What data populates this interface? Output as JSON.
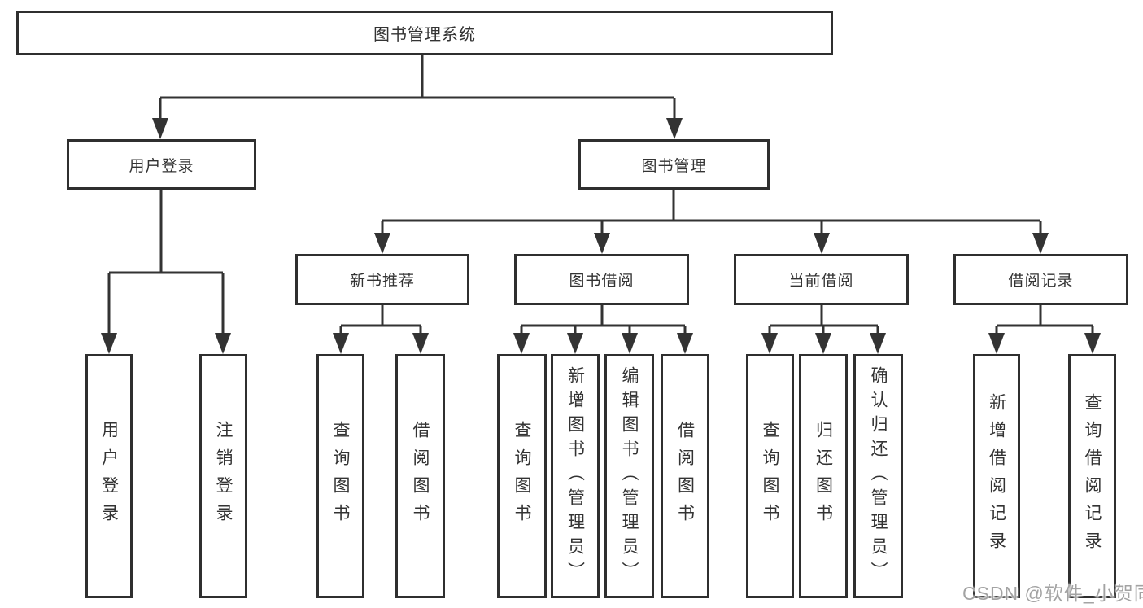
{
  "tree": {
    "root": "图书管理系统",
    "branches": [
      {
        "label": "用户登录",
        "children": [
          "用户登录",
          "注销登录"
        ]
      },
      {
        "label": "图书管理",
        "groups": [
          {
            "label": "新书推荐",
            "children": [
              "查询图书",
              "借阅图书"
            ]
          },
          {
            "label": "图书借阅",
            "children": [
              "查询图书",
              "新增图书（管理员）",
              "编辑图书（管理员）",
              "借阅图书"
            ]
          },
          {
            "label": "当前借阅",
            "children": [
              "查询图书",
              "归还图书",
              "确认归还（管理员）"
            ]
          },
          {
            "label": "借阅记录",
            "children": [
              "新增借阅记录",
              "查询借阅记录"
            ]
          }
        ]
      }
    ]
  },
  "watermark": "CSDN @软件_小贺同学",
  "colors": {
    "line": "#333333",
    "border": "#2f2f2f",
    "text": "#333333",
    "watermark": "#a3a3a3",
    "background": "#ffffff"
  }
}
